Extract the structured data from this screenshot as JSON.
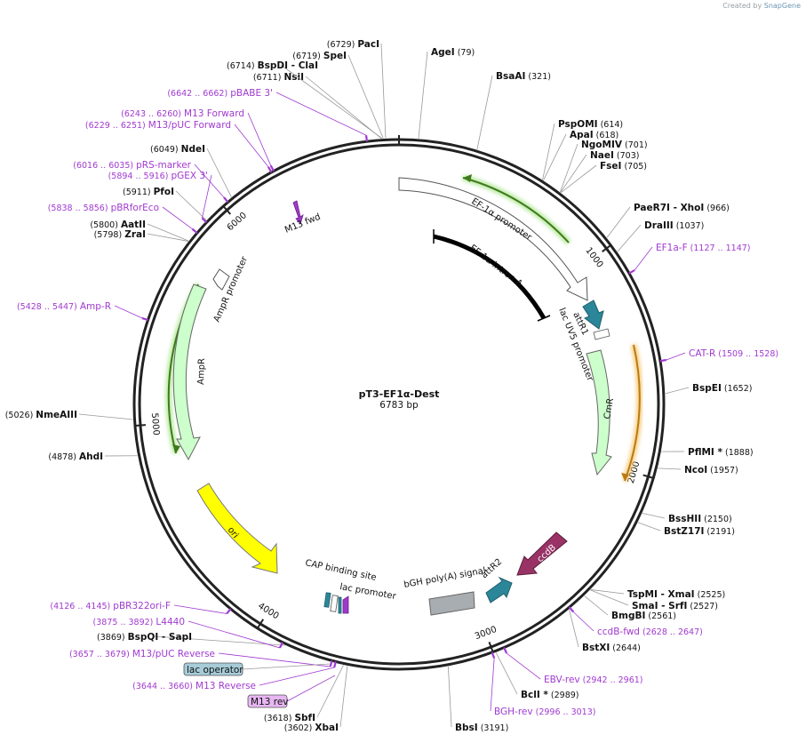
{
  "credit": {
    "prefix": "Created by",
    "brand": "SnapGene"
  },
  "plasmid": {
    "name": "pT3-EF1α-Dest",
    "length_label": "6783 bp",
    "length": 6783
  },
  "ruler_ticks": [
    "1000",
    "2000",
    "3000",
    "4000",
    "5000",
    "6000"
  ],
  "sites": [
    {
      "name": "AgeI",
      "pos": "(79)",
      "bp": 79
    },
    {
      "name": "BsaAI",
      "pos": "(321)",
      "bp": 321
    },
    {
      "name": "PspOMI",
      "pos": "(614)",
      "bp": 614
    },
    {
      "name": "ApaI",
      "pos": "(618)",
      "bp": 618
    },
    {
      "name": "NgoMIV",
      "pos": "(701)",
      "bp": 701
    },
    {
      "name": "NaeI",
      "pos": "(703)",
      "bp": 703
    },
    {
      "name": "FseI",
      "pos": "(705)",
      "bp": 705
    },
    {
      "name": "PaeR7I",
      "name2": "XhoI",
      "pos": "(966)",
      "bp": 966
    },
    {
      "name": "DraIII",
      "pos": "(1037)",
      "bp": 1037
    },
    {
      "name": "BspEI",
      "pos": "(1652)",
      "bp": 1652
    },
    {
      "name": "PflMI *",
      "pos": "(1888)",
      "bp": 1888
    },
    {
      "name": "NcoI",
      "pos": "(1957)",
      "bp": 1957
    },
    {
      "name": "BssHII",
      "pos": "(2150)",
      "bp": 2150
    },
    {
      "name": "BstZ17I",
      "pos": "(2191)",
      "bp": 2191
    },
    {
      "name": "TspMI",
      "name2": "XmaI",
      "pos": "(2525)",
      "bp": 2525
    },
    {
      "name": "SmaI",
      "name2": "SrfI",
      "pos": "(2527)",
      "bp": 2527
    },
    {
      "name": "BmgBI",
      "pos": "(2561)",
      "bp": 2561
    },
    {
      "name": "BstXI",
      "pos": "(2644)",
      "bp": 2644
    },
    {
      "name": "BclI *",
      "pos": "(2989)",
      "bp": 2989
    },
    {
      "name": "BbsI",
      "pos": "(3191)",
      "bp": 3191
    },
    {
      "name": "XbaI",
      "pos": "(3602)",
      "bp": 3602
    },
    {
      "name": "SbfI",
      "pos": "(3618)",
      "bp": 3618
    },
    {
      "name": "BspQI",
      "name2": "SapI",
      "pos": "(3869)",
      "bp": 3869
    },
    {
      "name": "AhdI",
      "pos": "(4878)",
      "bp": 4878
    },
    {
      "name": "NmeAIII",
      "pos": "(5026)",
      "bp": 5026
    },
    {
      "name": "ZraI",
      "pos": "(5798)",
      "bp": 5798
    },
    {
      "name": "AatII",
      "pos": "(5800)",
      "bp": 5800
    },
    {
      "name": "PfoI",
      "pos": "(5911)",
      "bp": 5911
    },
    {
      "name": "NdeI",
      "pos": "(6049)",
      "bp": 6049
    },
    {
      "name": "NsiI",
      "pos": "(6711)",
      "bp": 6711
    },
    {
      "name": "BspDI",
      "name2": "ClaI",
      "pos": "(6714)",
      "bp": 6714
    },
    {
      "name": "SpeI",
      "pos": "(6719)",
      "bp": 6719
    },
    {
      "name": "PacI",
      "pos": "(6729)",
      "bp": 6729
    }
  ],
  "primers": [
    {
      "name": "EF1a-F",
      "pos": "(1127 .. 1147)",
      "bp": 1137
    },
    {
      "name": "CAT-R",
      "pos": "(1509 .. 1528)",
      "bp": 1518
    },
    {
      "name": "ccdB-fwd",
      "pos": "(2628 .. 2647)",
      "bp": 2637
    },
    {
      "name": "EBV-rev",
      "pos": "(2942 .. 2961)",
      "bp": 2951
    },
    {
      "name": "BGH-rev",
      "pos": "(2996 .. 3013)",
      "bp": 3004
    },
    {
      "name": "M13/pUC Reverse",
      "pos": "(3657 .. 3679)",
      "bp": 3668
    },
    {
      "name": "M13 Reverse",
      "pos": "(3644 .. 3660)",
      "bp": 3652
    },
    {
      "name": "L4440",
      "pos": "(3875 .. 3892)",
      "bp": 3883
    },
    {
      "name": "pBR322ori-F",
      "pos": "(4126 .. 4145)",
      "bp": 4135
    },
    {
      "name": "Amp-R",
      "pos": "(5428 .. 5447)",
      "bp": 5437
    },
    {
      "name": "pBRforEco",
      "pos": "(5838 .. 5856)",
      "bp": 5847
    },
    {
      "name": "pGEX 3'",
      "pos": "(5894 .. 5916)",
      "bp": 5905
    },
    {
      "name": "pRS-marker",
      "pos": "(6016 .. 6035)",
      "bp": 6025
    },
    {
      "name": "M13/pUC Forward",
      "pos": "(6229 .. 6251)",
      "bp": 6240
    },
    {
      "name": "M13 Forward",
      "pos": "(6243 .. 6260)",
      "bp": 6251
    },
    {
      "name": "pBABE 3'",
      "pos": "(6642 .. 6662)",
      "bp": 6652
    }
  ],
  "tag_labels": [
    {
      "name": "lac operator",
      "bg": "#a7ccd8"
    },
    {
      "name": "M13 rev",
      "bg": "#e7b6f2"
    }
  ],
  "features": [
    {
      "name": "EF-1α promoter",
      "color": "#ffffff"
    },
    {
      "name": "EF-1α intron A",
      "color": "#000000"
    },
    {
      "name": "attR1",
      "color": "#2c8699"
    },
    {
      "name": "lac UV5 promoter",
      "color": "#ffffff"
    },
    {
      "name": "CmR",
      "color": "#ccffcc"
    },
    {
      "name": "ccdB",
      "color": "#993366"
    },
    {
      "name": "attR2",
      "color": "#2c8699"
    },
    {
      "name": "bGH poly(A) signal",
      "color": "#a8adb1"
    },
    {
      "name": "CAP binding site",
      "color": "#2c8699"
    },
    {
      "name": "lac promoter",
      "color": "#ffffff"
    },
    {
      "name": "ori",
      "color": "#ffff00"
    },
    {
      "name": "AmpR",
      "color": "#ccffcc"
    },
    {
      "name": "AmpR promoter",
      "color": "#ffffff"
    },
    {
      "name": "M13 fwd",
      "color": "#9e3ac9"
    }
  ],
  "colors": {
    "primer": "#a03ad0",
    "ring": "#222222",
    "green_primer": "#7bc242",
    "orange_primer": "#f4b040"
  }
}
